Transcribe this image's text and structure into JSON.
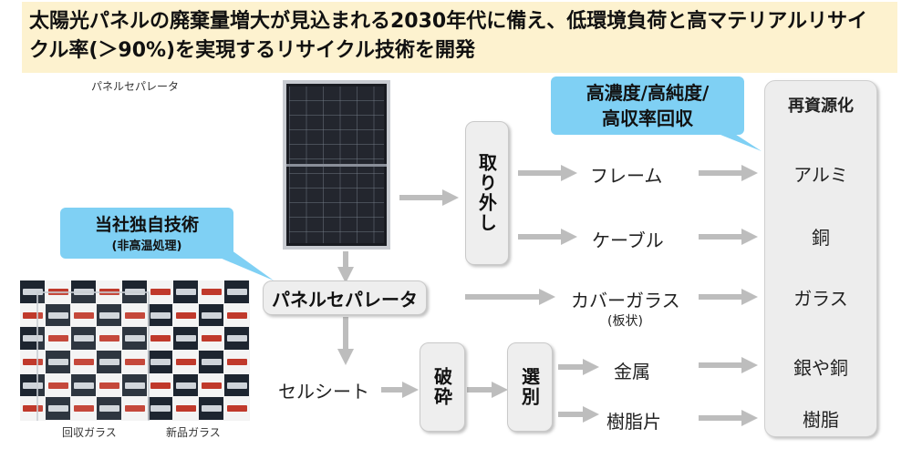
{
  "title": "太陽光パネルの廃棄量増大が見込まれる2030年代に備え、低環境負荷と高マテリアルリサイクル率(＞90%)を実現するリサイクル技術を開発",
  "captions": {
    "separator_photo": "パネルセパレータ",
    "recovered_glass": "回収ガラス",
    "new_glass": "新品ガラス"
  },
  "callouts": {
    "quality": "高濃度/高純度/\n高収率回収",
    "proprietary": "当社独自技術",
    "proprietary_sub": "(非高温処理)"
  },
  "process": {
    "removal": "取り外し",
    "separator": "パネルセパレータ",
    "crushing": "破砕",
    "sorting": "選別"
  },
  "intermediates": {
    "frame": "フレーム",
    "cable": "ケーブル",
    "cover_glass": "カバーガラス",
    "cover_glass_note": "(板状)",
    "cell_sheet": "セルシート",
    "metal": "金属",
    "resin_pieces": "樹脂片"
  },
  "resources": {
    "heading": "再資源化",
    "items": [
      "アルミ",
      "銅",
      "ガラス",
      "銀や銅",
      "樹脂"
    ]
  },
  "colors": {
    "header_bg": "#fdf2cf",
    "callout": "#7fd0f4",
    "box_bg": "#eeeeee",
    "arrow": "#bdbdbd"
  }
}
